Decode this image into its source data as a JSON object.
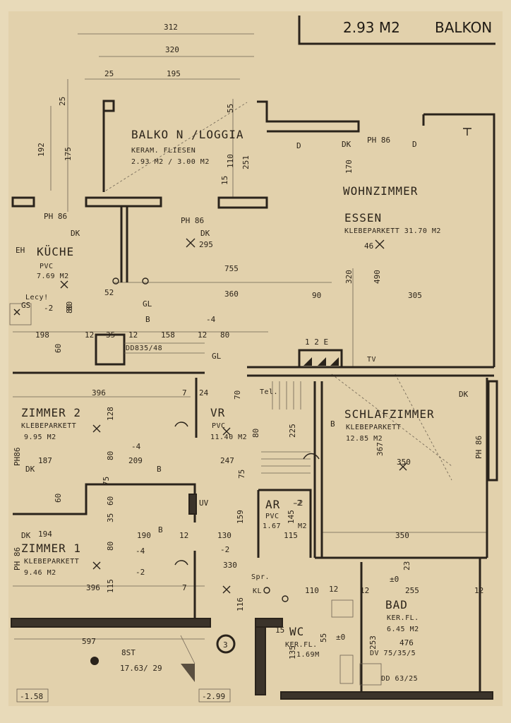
{
  "header": {
    "area": "2.93 M2",
    "name": "BALKON"
  },
  "rooms": {
    "balkon": {
      "name": "BALKO N /LOGGIA",
      "floor": "KERAM. FLIESEN",
      "area": "2.93 M2 / 3.00 M2"
    },
    "wohn": {
      "name": "WOHNZIMMER",
      "name2": "ESSEN",
      "floor": "KLEBEPARKETT 31.70 M2",
      "code": "46"
    },
    "kueche": {
      "name": "KÜCHE",
      "floor": "PVC",
      "area": "7.69 M2"
    },
    "zimmer2": {
      "name": "ZIMMER 2",
      "floor": "KLEBEPARKETT",
      "area": "9.95 M2"
    },
    "vr": {
      "name": "VR",
      "floor": "PVC",
      "area": "11.40 M2"
    },
    "schlaf": {
      "name": "SCHLAFZIMMER",
      "floor": "KLEBEPARKETT",
      "area": "12.85 M2"
    },
    "ar": {
      "name": "AR",
      "floor": "PVC",
      "area": "1.67",
      "unit": "M2"
    },
    "zimmer1": {
      "name": "ZIMMER 1",
      "floor": "KLEBEPARKETT",
      "area": "9.46 M2"
    },
    "bad": {
      "name": "BAD",
      "floor": "KER.FL.",
      "area": "6.45 M2"
    },
    "wc": {
      "name": "WC",
      "floor": "KER.FL.",
      "area": "1.69M"
    }
  },
  "labels": {
    "ph86a": "PH 86",
    "ph86b": "PH 86",
    "ph86c": "PH 86",
    "ph86d": "PH 86",
    "ph86e": "PH 86",
    "ph86f": "PH86",
    "dk1": "DK",
    "dk2": "DK",
    "dk3": "DK",
    "dk4": "DK",
    "dk5": "DK",
    "dk6": "DK",
    "d1": "D",
    "d2": "D",
    "eh": "EH",
    "gl1": "GL",
    "gl2": "GL",
    "gs": "GS",
    "lecy": "Lecy!",
    "b1": "B",
    "b2": "B",
    "b3": "B",
    "b4": "B",
    "tel": "Tel.",
    "tv": "TV",
    "elec": "1 2 E",
    "uv": "UV",
    "door": "DD835/48",
    "st": "8ST",
    "stair": "17.63/ 29",
    "circle": "3",
    "lvl1": "-1.58",
    "lvl2": "-2.99",
    "spr": "Spr.",
    "kl": "KL",
    "dv": "DV 75/35/5",
    "dd": "DD 63/25"
  },
  "dims": [
    "312",
    "320",
    "25",
    "195",
    "25",
    "192",
    "175",
    "55",
    "110",
    "251",
    "15",
    "755",
    "360",
    "90",
    "305",
    "320",
    "490",
    "170",
    "295",
    "52",
    "80",
    "-2",
    "198",
    "12",
    "35",
    "12",
    "158",
    "12",
    "80",
    "-4",
    "60",
    "396",
    "7",
    "24",
    "128",
    "187",
    "80",
    "-4",
    "209",
    "247",
    "75",
    "70",
    "80",
    "225",
    "367",
    "350",
    "159",
    "-2",
    "145",
    "115",
    "350",
    "194",
    "190",
    "12",
    "130",
    "-2",
    "80",
    "-4",
    "-2",
    "330",
    "115",
    "396",
    "7",
    "110",
    "12",
    "12",
    "255",
    "±0",
    "23",
    "476",
    "253",
    "12",
    "55",
    "±0",
    "135",
    "597",
    "116",
    "15",
    "60",
    "75",
    "60",
    "35",
    "80",
    "-2"
  ]
}
